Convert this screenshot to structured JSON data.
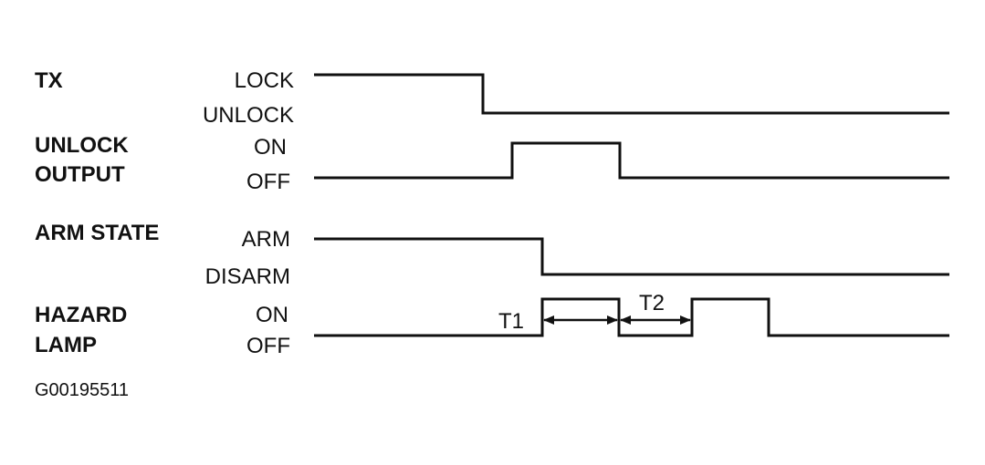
{
  "signals": {
    "tx": {
      "name": "TX",
      "high": "LOCK",
      "low": "UNLOCK"
    },
    "unlock_output": {
      "name_line1": "UNLOCK",
      "name_line2": "OUTPUT",
      "high": "ON",
      "low": "OFF"
    },
    "arm_state": {
      "name": "ARM STATE",
      "high": "ARM",
      "low": "DISARM"
    },
    "hazard_lamp": {
      "name_line1": "HAZARD",
      "name_line2": "LAMP",
      "high": "ON",
      "low": "OFF"
    }
  },
  "timing": {
    "t1": "T1",
    "t2": "T2"
  },
  "figure_id": "G00195511"
}
